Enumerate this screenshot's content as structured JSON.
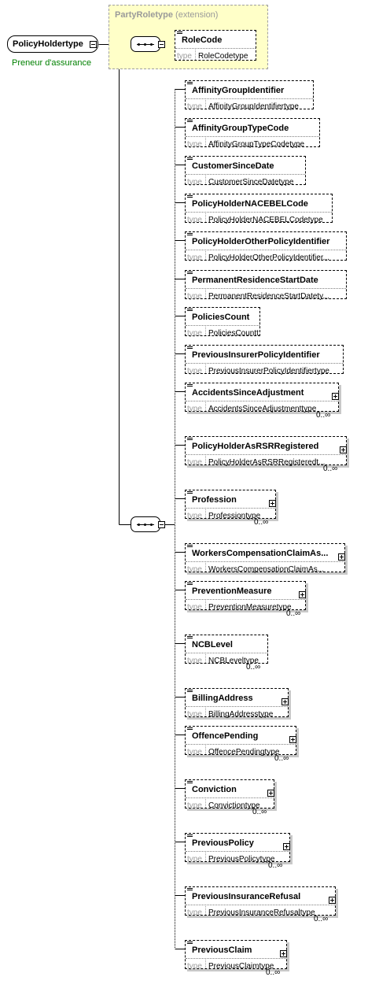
{
  "extension": {
    "type_name": "PartyRoletype",
    "kind": "(extension)"
  },
  "root": {
    "name": "PolicyHoldertype",
    "documentation": "Preneur d'assurance"
  },
  "type_keyword": "type",
  "role_code": {
    "name": "RoleCode",
    "type": "RoleCodetype"
  },
  "elements": [
    {
      "name": "AffinityGroupIdentifier",
      "type": "AffinityGroupIdentifiertype",
      "expandable": false,
      "multiplicity": ""
    },
    {
      "name": "AffinityGroupTypeCode",
      "type": "AffinityGroupTypeCodetype",
      "expandable": false,
      "multiplicity": ""
    },
    {
      "name": "CustomerSinceDate",
      "type": "CustomerSinceDatetype",
      "expandable": false,
      "multiplicity": ""
    },
    {
      "name": "PolicyHolderNACEBELCode",
      "type": "PolicyHolderNACEBELCodetype",
      "expandable": false,
      "multiplicity": ""
    },
    {
      "name": "PolicyHolderOtherPolicyIdentifier",
      "type": "PolicyHolderOtherPolicyIdentifier...",
      "expandable": false,
      "multiplicity": ""
    },
    {
      "name": "PermanentResidenceStartDate",
      "type": "PermanentResidenceStartDatety...",
      "expandable": false,
      "multiplicity": ""
    },
    {
      "name": "PoliciesCount",
      "type": "PoliciesCounttype",
      "expandable": false,
      "multiplicity": ""
    },
    {
      "name": "PreviousInsurerPolicyIdentifier",
      "type": "PreviousInsurerPolicyIdentifiertype",
      "expandable": false,
      "multiplicity": ""
    },
    {
      "name": "AccidentsSinceAdjustment",
      "type": "AccidentsSinceAdjustmenttype",
      "expandable": true,
      "multiplicity": "0..∞"
    },
    {
      "name": "PolicyHolderAsRSRRegistered",
      "type": "PolicyHolderAsRSRRegisteredt...",
      "expandable": true,
      "multiplicity": "0..∞"
    },
    {
      "name": "Profession",
      "type": "Professiontype",
      "expandable": true,
      "multiplicity": "0..∞"
    },
    {
      "name": "WorkersCompensationClaimAs...",
      "type": "WorkersCompensationClaimAs...",
      "expandable": true,
      "multiplicity": ""
    },
    {
      "name": "PreventionMeasure",
      "type": "PreventionMeasuretype",
      "expandable": true,
      "multiplicity": "0..∞"
    },
    {
      "name": "NCBLevel",
      "type": "NCBLeveltype",
      "expandable": false,
      "multiplicity": "0..∞"
    },
    {
      "name": "BillingAddress",
      "type": "BillingAddresstype",
      "expandable": true,
      "multiplicity": ""
    },
    {
      "name": "OffencePending",
      "type": "OffencePendingtype",
      "expandable": true,
      "multiplicity": "0..∞"
    },
    {
      "name": "Conviction",
      "type": "Convictiontype",
      "expandable": true,
      "multiplicity": "0..∞"
    },
    {
      "name": "PreviousPolicy",
      "type": "PreviousPolicytype",
      "expandable": true,
      "multiplicity": "0..∞"
    },
    {
      "name": "PreviousInsuranceRefusal",
      "type": "PreviousInsuranceRefusaltype",
      "expandable": true,
      "multiplicity": "0..∞"
    },
    {
      "name": "PreviousClaim",
      "type": "PreviousClaimtype",
      "expandable": true,
      "multiplicity": "0..∞"
    }
  ]
}
